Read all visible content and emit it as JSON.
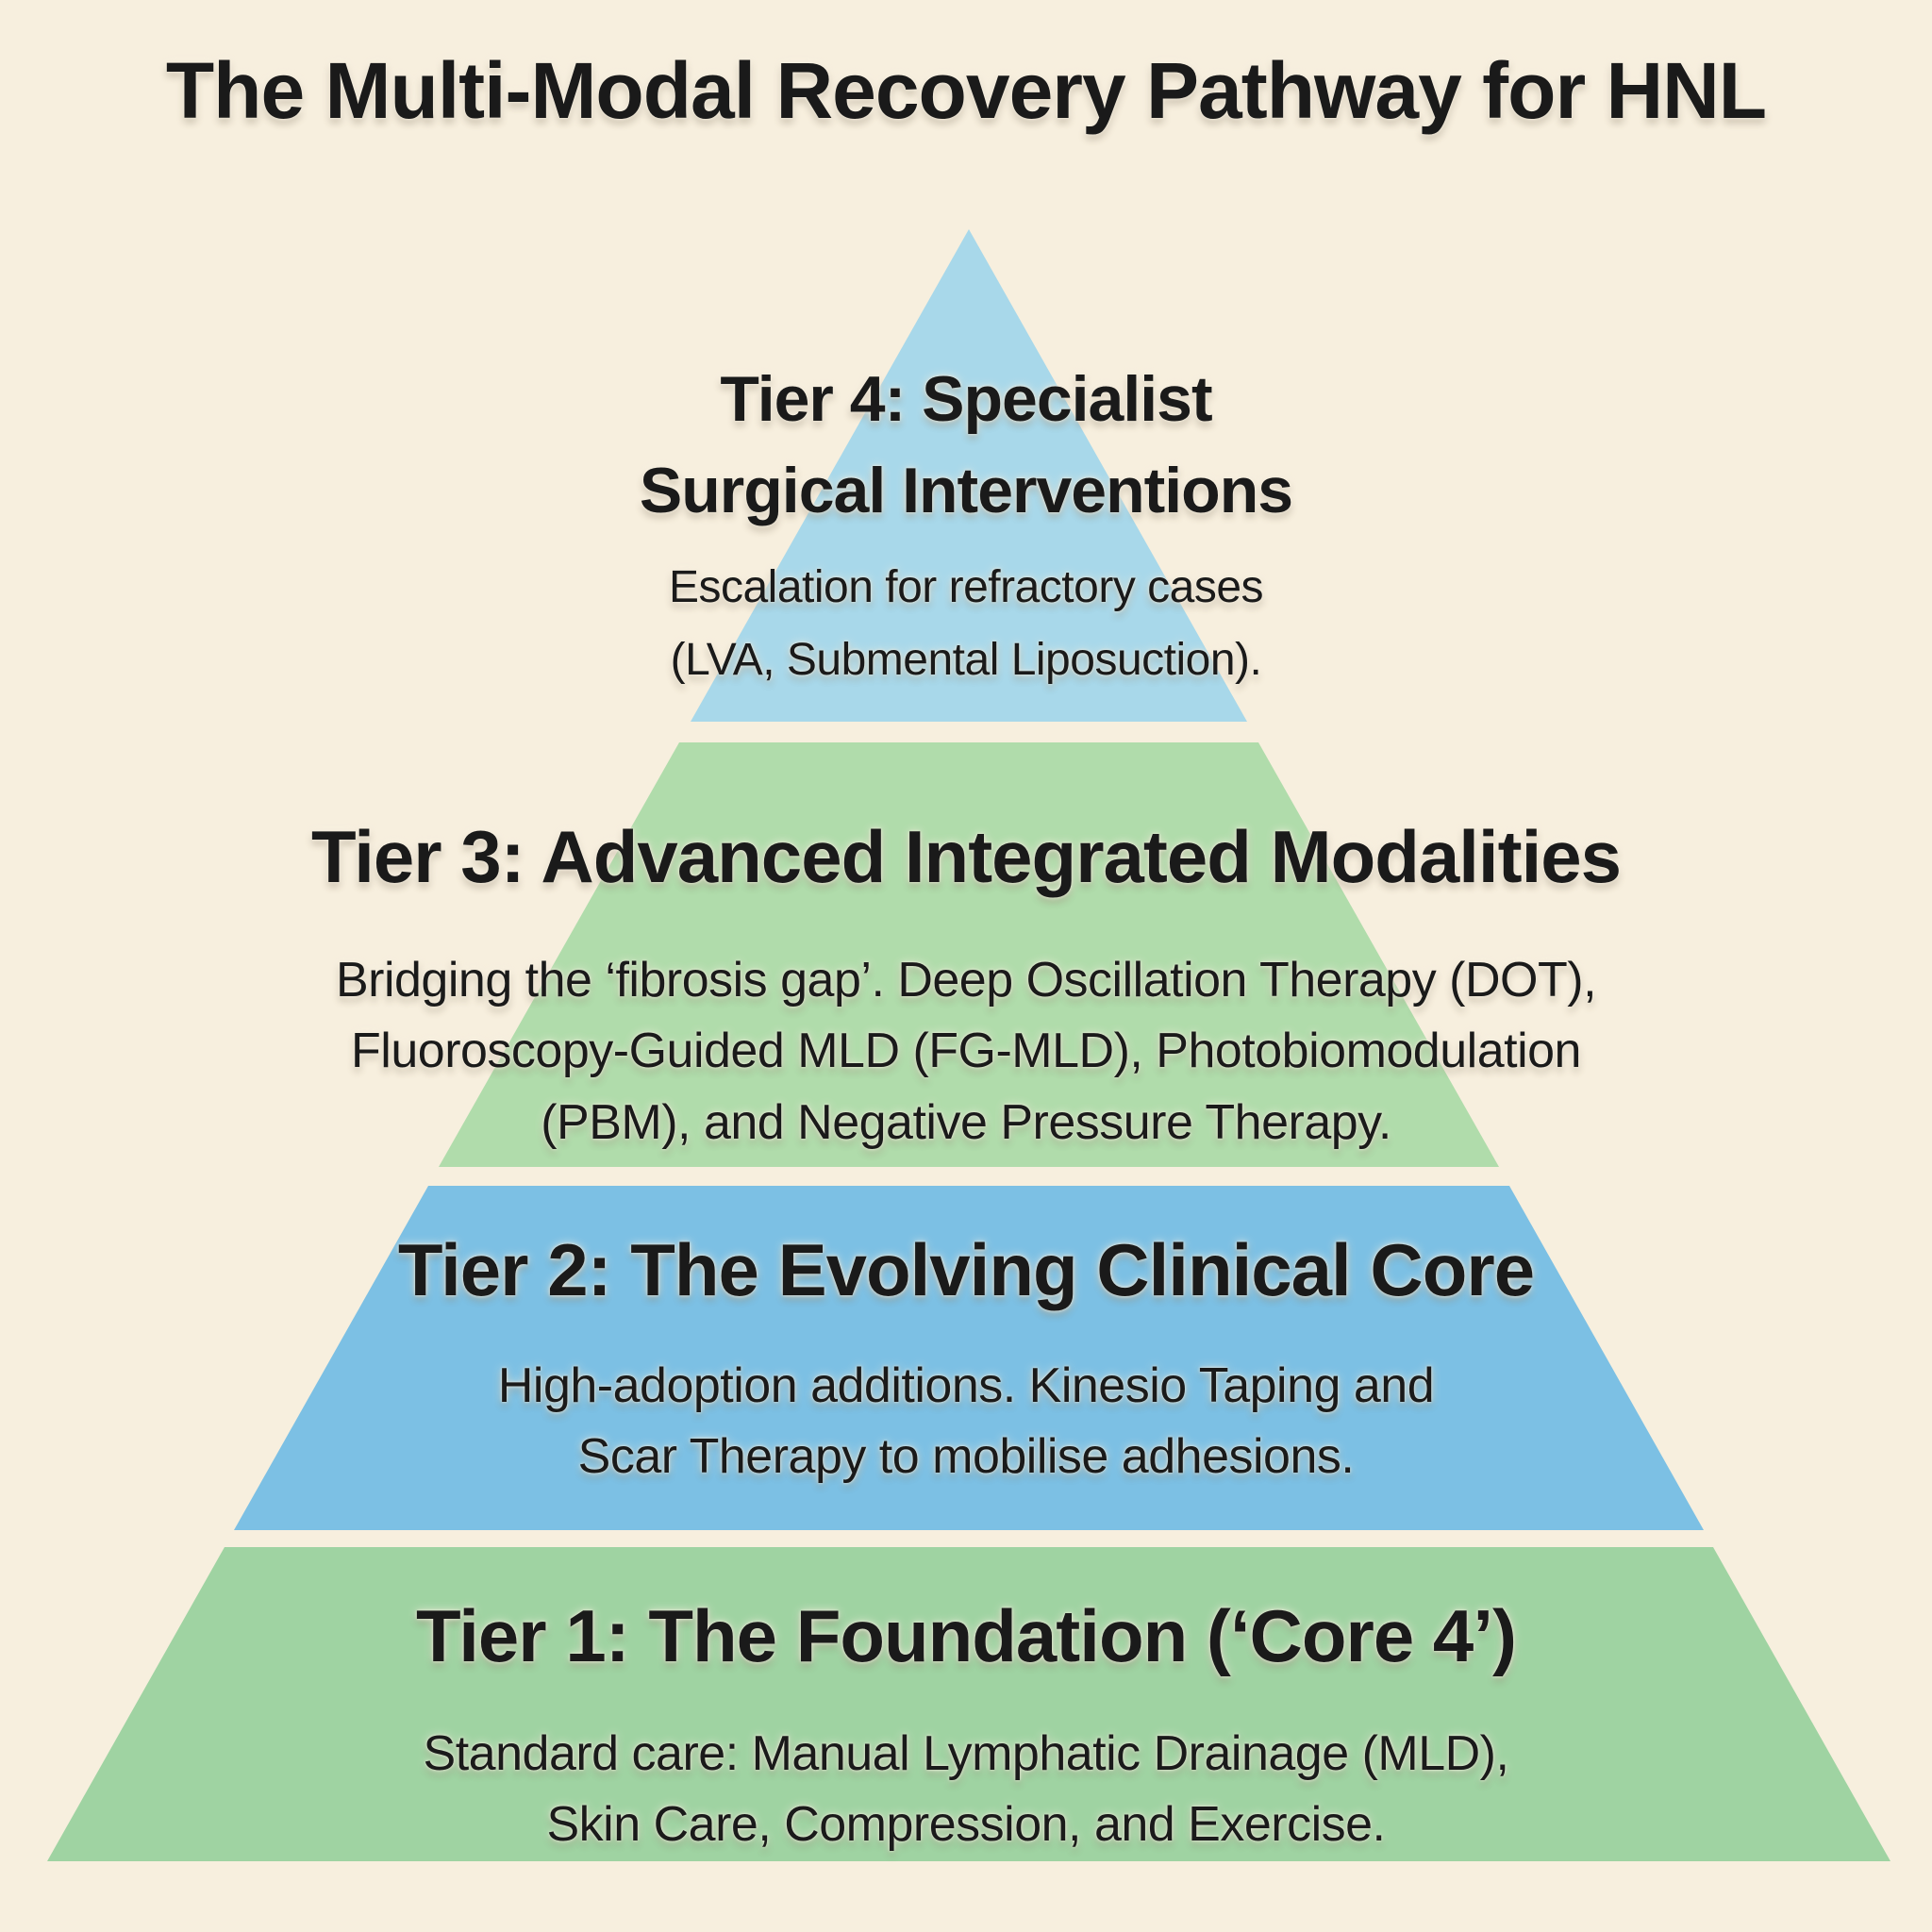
{
  "title": "The Multi-Modal Recovery Pathway for HNL",
  "colors": {
    "background": "#f7efde",
    "text": "#1a1a1a",
    "tier4_fill": "#a8d8ea",
    "tier3_fill": "#b0dcab",
    "tier2_fill": "#7cc0e4",
    "tier1_fill": "#9fd3a2"
  },
  "pyramid": {
    "tiers": [
      {
        "id": "tier-4",
        "level": 4,
        "heading_lines": [
          "Tier 4: Specialist",
          "Surgical Interventions"
        ],
        "body_lines": [
          "Escalation for refractory cases",
          "(LVA, Submental Liposuction)."
        ]
      },
      {
        "id": "tier-3",
        "level": 3,
        "heading_lines": [
          "Tier 3: Advanced Integrated Modalities"
        ],
        "body_lines": [
          "Bridging the ‘fibrosis gap’. Deep Oscillation Therapy (DOT),",
          "Fluoroscopy-Guided MLD (FG-MLD), Photobiomodulation",
          "(PBM), and Negative Pressure Therapy."
        ]
      },
      {
        "id": "tier-2",
        "level": 2,
        "heading_lines": [
          "Tier 2: The Evolving Clinical Core"
        ],
        "body_lines": [
          "High-adoption additions. Kinesio Taping and",
          "Scar Therapy to mobilise adhesions."
        ]
      },
      {
        "id": "tier-1",
        "level": 1,
        "heading_lines": [
          "Tier 1: The Foundation (‘Core 4’)"
        ],
        "body_lines": [
          "Standard care: Manual Lymphatic Drainage (MLD),",
          "Skin Care, Compression, and Exercise."
        ]
      }
    ]
  }
}
